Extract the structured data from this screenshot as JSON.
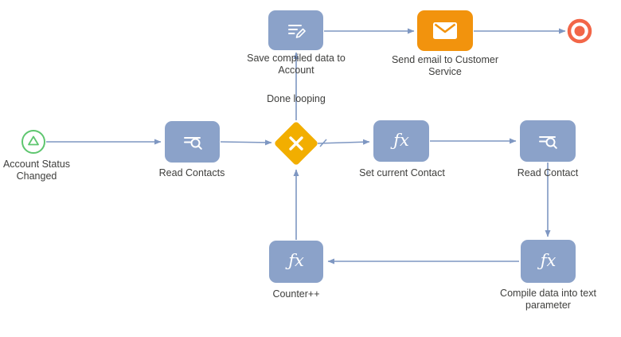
{
  "diagram": {
    "type": "workflow-flowchart",
    "colors": {
      "background": "#FFFFFF",
      "node_blue": "#8BA2C9",
      "diamond_yellow": "#F2AE00",
      "email_orange": "#F2930D",
      "start_green": "#5EC66F",
      "end_red": "#F26648",
      "connector": "#7E97C2",
      "label_text": "#3E3E3C",
      "icon_white": "#FFFFFF"
    },
    "nodes": {
      "start": {
        "label": "Account Status Changed",
        "icon": "start-triangle-icon",
        "shape": "circle-outline"
      },
      "read_contacts": {
        "label": "Read Contacts",
        "icon": "record-lookup-icon",
        "shape": "rounded-square"
      },
      "loop_decision": {
        "icon": "x-icon",
        "shape": "diamond"
      },
      "save_account": {
        "label": "Save compiled data to Account",
        "icon": "record-update-pencil-icon",
        "shape": "rounded-square"
      },
      "send_email": {
        "label": "Send email to Customer Service",
        "icon": "email-envelope-icon",
        "shape": "rounded-square"
      },
      "end": {
        "icon": "end-target-icon",
        "shape": "ring-dot"
      },
      "set_current_contact": {
        "label": "Set current Contact",
        "icon": "formula-icon",
        "icon_text": "ƒx",
        "shape": "rounded-square"
      },
      "read_contact": {
        "label": "Read Contact",
        "icon": "record-lookup-icon",
        "shape": "rounded-square"
      },
      "compile_data": {
        "label": "Compile data into text parameter",
        "icon": "formula-icon",
        "icon_text": "ƒx",
        "shape": "rounded-square"
      },
      "counter": {
        "label": "Counter++",
        "icon": "formula-icon",
        "icon_text": "ƒx",
        "shape": "rounded-square"
      }
    },
    "edge_labels": {
      "done_looping": "Done looping"
    },
    "edges": [
      {
        "from": "start",
        "to": "read_contacts"
      },
      {
        "from": "read_contacts",
        "to": "loop_decision"
      },
      {
        "from": "loop_decision",
        "to": "save_account",
        "label": "Done looping"
      },
      {
        "from": "save_account",
        "to": "send_email"
      },
      {
        "from": "send_email",
        "to": "end"
      },
      {
        "from": "loop_decision",
        "to": "set_current_contact",
        "marker": "tick"
      },
      {
        "from": "set_current_contact",
        "to": "read_contact"
      },
      {
        "from": "read_contact",
        "to": "compile_data"
      },
      {
        "from": "compile_data",
        "to": "counter"
      },
      {
        "from": "counter",
        "to": "loop_decision"
      }
    ]
  }
}
